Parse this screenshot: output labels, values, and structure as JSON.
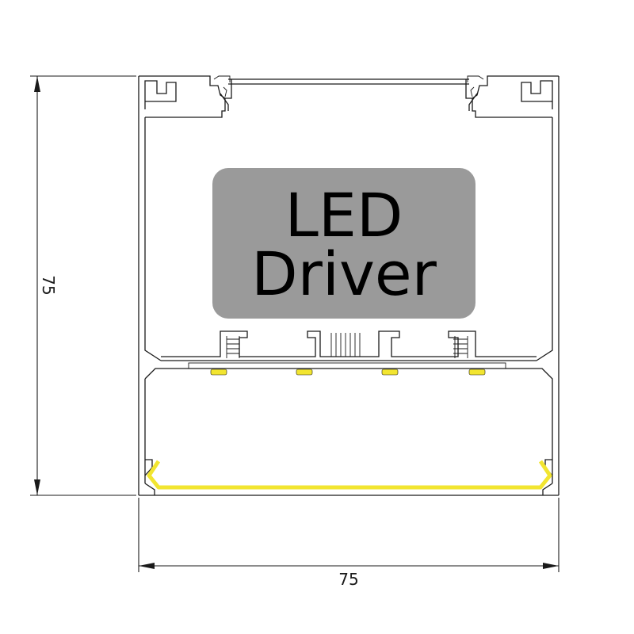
{
  "labels": {
    "driver_line1": "LED",
    "driver_line2": "Driver"
  },
  "dimensions": {
    "height": "75",
    "width": "75"
  },
  "colors": {
    "driver_box": "#9a9a9a",
    "led_strip": "#f2e530",
    "diffuser": "#f2e530",
    "outline": "#1a1a1a"
  }
}
